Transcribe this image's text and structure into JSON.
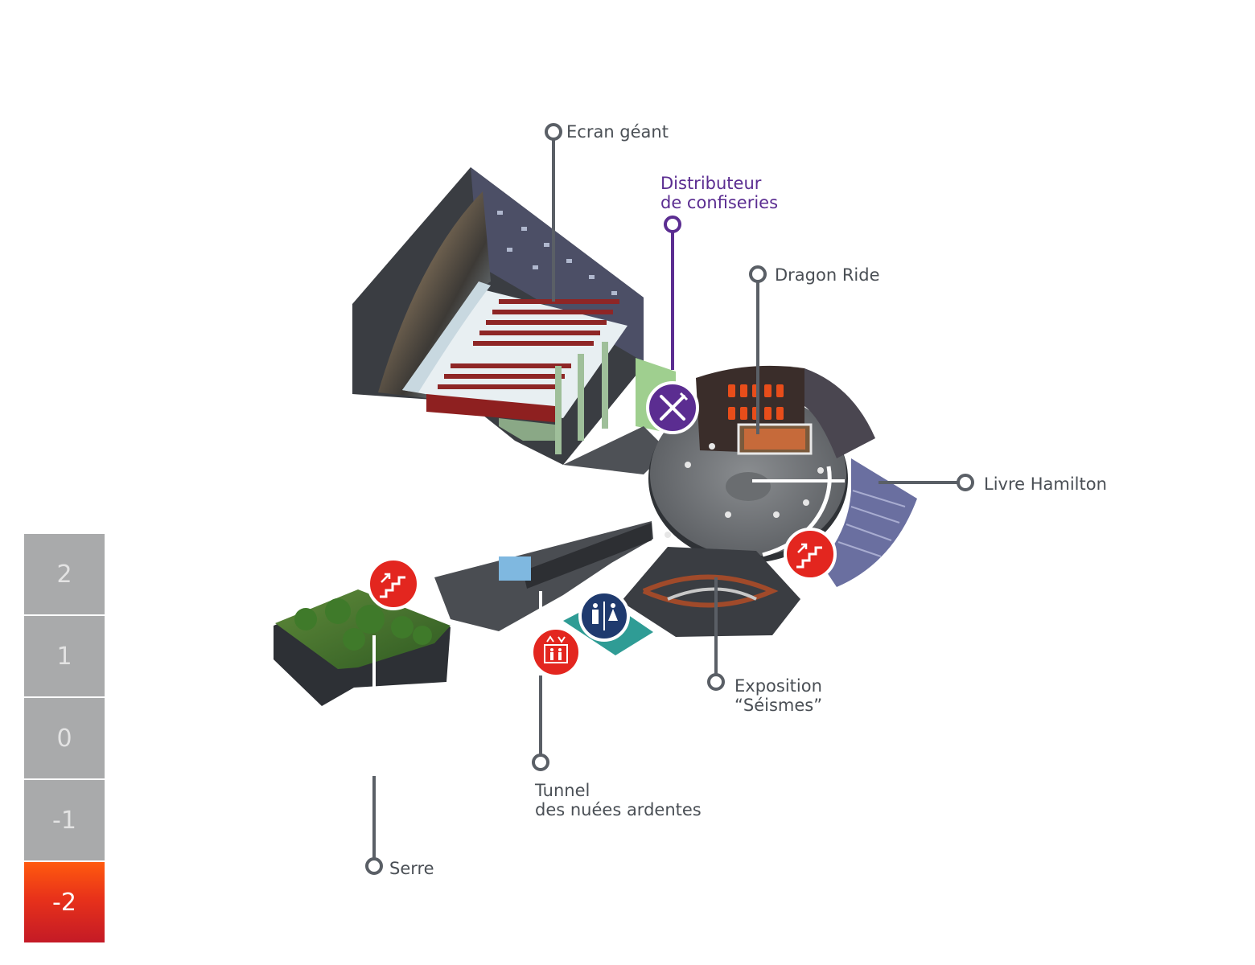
{
  "colors": {
    "accent": "#5b2d91",
    "label_text": "#4a4f55",
    "pin_gray": "#5a5f66",
    "active_floor": "#e3261f",
    "inactive_floor": "#a9aaab",
    "service_red": "#e3261f",
    "service_blue": "#1f3a6e"
  },
  "labels": {
    "ecran": "Ecran géant",
    "distributeur": "Distributeur\nde confiseries",
    "dragon": "Dragon Ride",
    "livre": "Livre Hamilton",
    "exposition": "Exposition\n“Séismes”",
    "tunnel": "Tunnel\ndes nuées ardentes",
    "serre": "Serre"
  },
  "icons": {
    "restaurant": "fork-knife-icon",
    "stairs": "stairs-icon",
    "elevator": "elevator-icon",
    "toilets": "toilets-icon"
  },
  "floors": [
    {
      "label": "2",
      "active": false
    },
    {
      "label": "1",
      "active": false
    },
    {
      "label": "0",
      "active": false
    },
    {
      "label": "-1",
      "active": false
    },
    {
      "label": "-2",
      "active": true
    }
  ]
}
